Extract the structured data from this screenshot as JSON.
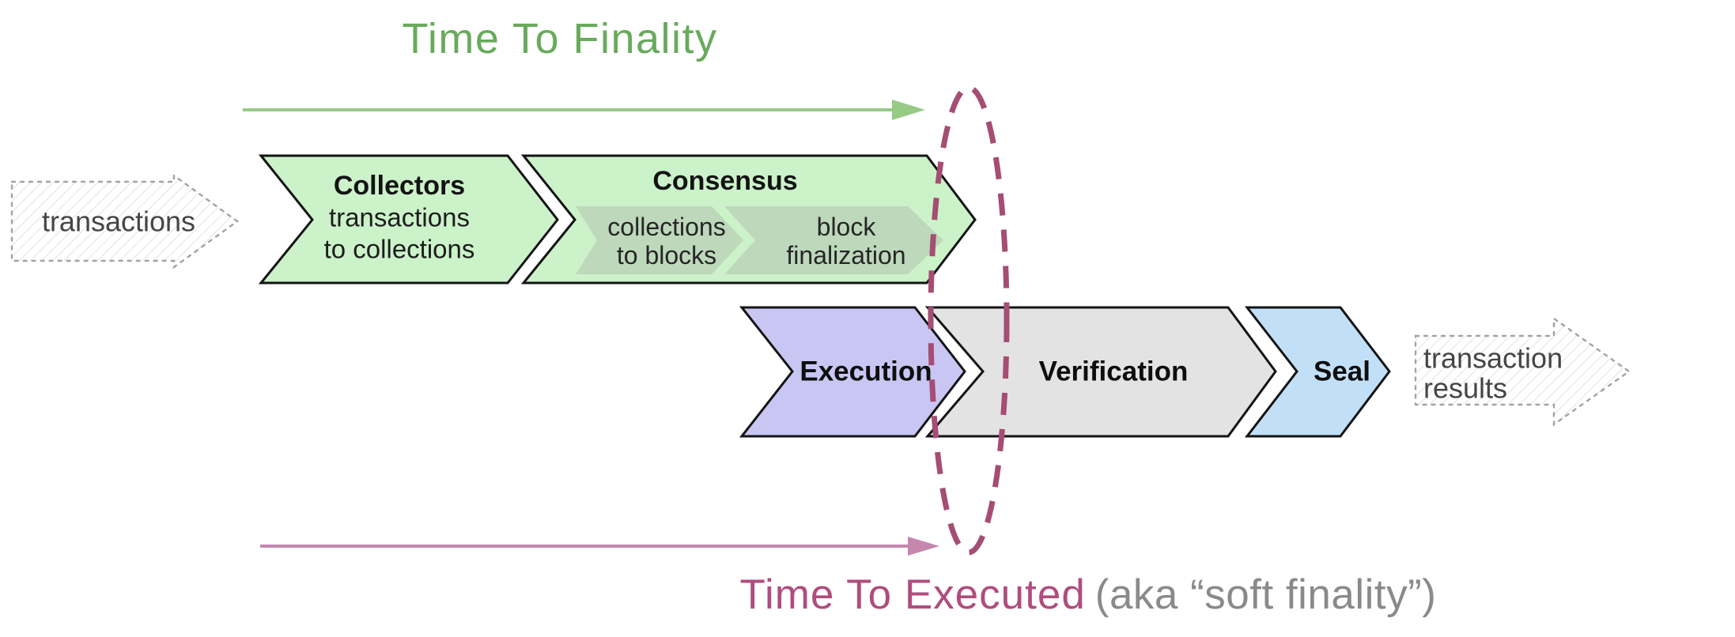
{
  "titles": {
    "time_to_finality": "Time To Finality",
    "time_to_executed": "Time To Executed",
    "time_to_executed_suffix": "(aka “soft finality”)"
  },
  "input_arrow": {
    "label": "transactions"
  },
  "output_arrow": {
    "line1": "transaction",
    "line2": "results"
  },
  "pipeline": {
    "collectors": {
      "title": "Collectors",
      "subtitle_line1": "transactions",
      "subtitle_line2": "to collections"
    },
    "consensus": {
      "title": "Consensus",
      "sub_steps": [
        {
          "line1": "collections",
          "line2": "to blocks"
        },
        {
          "line1": "block",
          "line2": "finalization"
        }
      ]
    },
    "execution": {
      "title": "Execution"
    },
    "verification": {
      "title": "Verification"
    },
    "seal": {
      "title": "Seal"
    }
  },
  "colors": {
    "finality_green_text": "#68aa5c",
    "finality_green_arrow": "#98ca87",
    "executed_pink_text": "#b04d7d",
    "executed_pink_arrow": "#c687af",
    "ellipse_pink": "#a54d73",
    "suffix_gray": "#8a8a8a",
    "collectors_consensus_fill": "#ccf2c9",
    "consensus_substep_fill": "#bdd8bb",
    "execution_fill": "#cac6f3",
    "verification_fill": "#e3e3e3",
    "seal_fill": "#c1e0f8",
    "chevron_border": "#141414"
  }
}
